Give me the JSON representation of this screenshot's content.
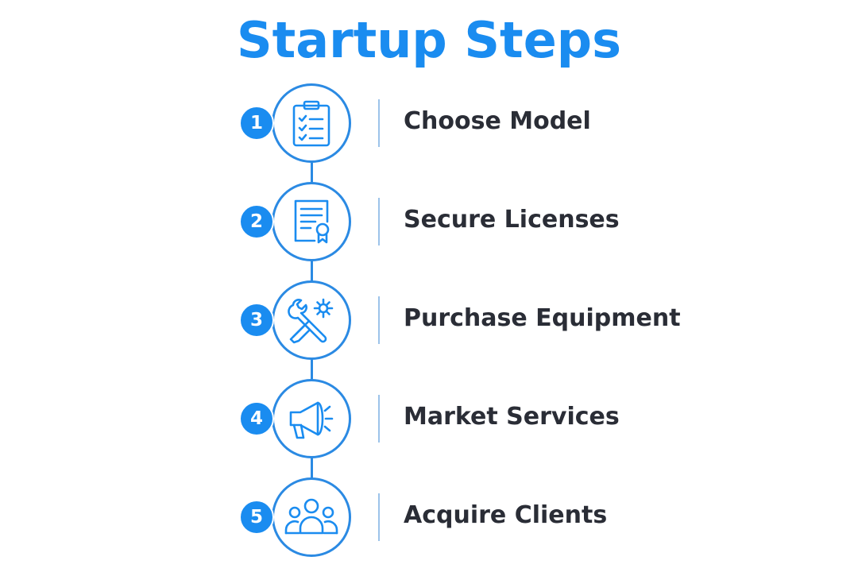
{
  "title": "Startup Steps",
  "colors": {
    "accent": "#1a8cf0",
    "text": "#2a2d36",
    "line": "#2b8ae3",
    "divider": "#9cc3ea"
  },
  "steps": [
    {
      "number": "1",
      "label": "Choose Model",
      "icon": "clipboard-checklist-icon"
    },
    {
      "number": "2",
      "label": "Secure Licenses",
      "icon": "certificate-icon"
    },
    {
      "number": "3",
      "label": "Purchase Equipment",
      "icon": "tools-gear-icon"
    },
    {
      "number": "4",
      "label": "Market Services",
      "icon": "megaphone-icon"
    },
    {
      "number": "5",
      "label": "Acquire Clients",
      "icon": "people-group-icon"
    }
  ]
}
